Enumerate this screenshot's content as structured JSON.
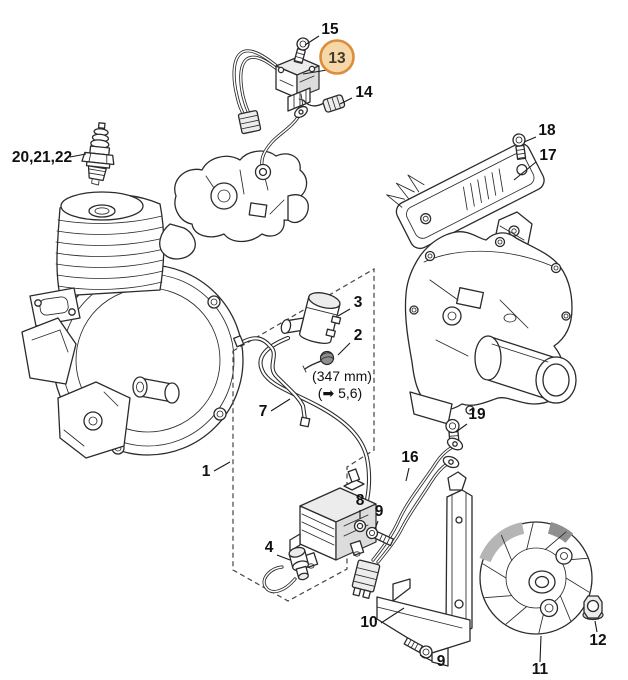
{
  "diagram": {
    "type": "exploded-parts-diagram",
    "callouts": {
      "n15": "15",
      "n13": "13",
      "n14": "14",
      "n20": "20,21,22",
      "n18": "18",
      "n17": "17",
      "n3": "3",
      "n2": "2",
      "n7": "7",
      "n1": "1",
      "n19": "19",
      "n16": "16",
      "n8": "8",
      "n9a": "9",
      "n4": "4",
      "n10": "10",
      "n9b": "9",
      "n11": "11",
      "n12": "12"
    },
    "notes": {
      "cable_length": "(347 mm)",
      "see_reference": "(➡ 5,6)"
    },
    "highlight": {
      "part": "13",
      "fill": "#f6d8a8",
      "stroke": "#de8c3b"
    },
    "colors": {
      "line": "#2b2b2b",
      "label": "#111111"
    }
  }
}
